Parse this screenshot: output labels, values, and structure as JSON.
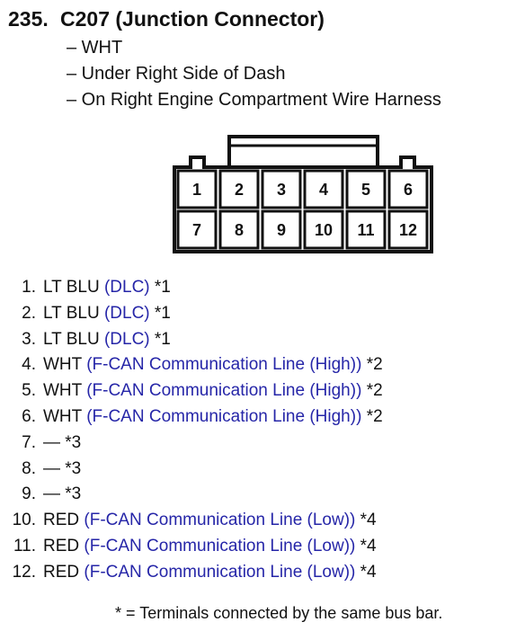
{
  "header": {
    "number": "235.",
    "name": "C207 (Junction Connector)"
  },
  "details": [
    "– WHT",
    "– Under Right Side of Dash",
    "– On Right Engine Compartment Wire Harness"
  ],
  "connector": {
    "top_row": [
      "1",
      "2",
      "3",
      "4",
      "5",
      "6"
    ],
    "bottom_row": [
      "7",
      "8",
      "9",
      "10",
      "11",
      "12"
    ]
  },
  "pins": [
    {
      "num": "1.",
      "wire": "LT BLU",
      "desc": "(DLC)",
      "note": "*1"
    },
    {
      "num": "2.",
      "wire": "LT BLU",
      "desc": "(DLC)",
      "note": "*1"
    },
    {
      "num": "3.",
      "wire": "LT BLU",
      "desc": "(DLC)",
      "note": "*1"
    },
    {
      "num": "4.",
      "wire": "WHT",
      "desc": "(F-CAN Communication Line (High))",
      "note": "*2"
    },
    {
      "num": "5.",
      "wire": "WHT",
      "desc": "(F-CAN Communication Line (High))",
      "note": "*2"
    },
    {
      "num": "6.",
      "wire": "WHT",
      "desc": "(F-CAN Communication Line (High))",
      "note": "*2"
    },
    {
      "num": "7.",
      "wire": "—",
      "desc": "",
      "note": "*3"
    },
    {
      "num": "8.",
      "wire": "—",
      "desc": "",
      "note": "*3"
    },
    {
      "num": "9.",
      "wire": "—",
      "desc": "",
      "note": "*3"
    },
    {
      "num": "10.",
      "wire": "RED",
      "desc": "(F-CAN Communication Line (Low))",
      "note": "*4"
    },
    {
      "num": "11.",
      "wire": "RED",
      "desc": "(F-CAN Communication Line (Low))",
      "note": "*4"
    },
    {
      "num": "12.",
      "wire": "RED",
      "desc": "(F-CAN Communication Line (Low))",
      "note": "*4"
    }
  ],
  "footnote": "* = Terminals connected by the same bus bar.",
  "colors": {
    "description": "#2626a8",
    "text": "#111111"
  }
}
